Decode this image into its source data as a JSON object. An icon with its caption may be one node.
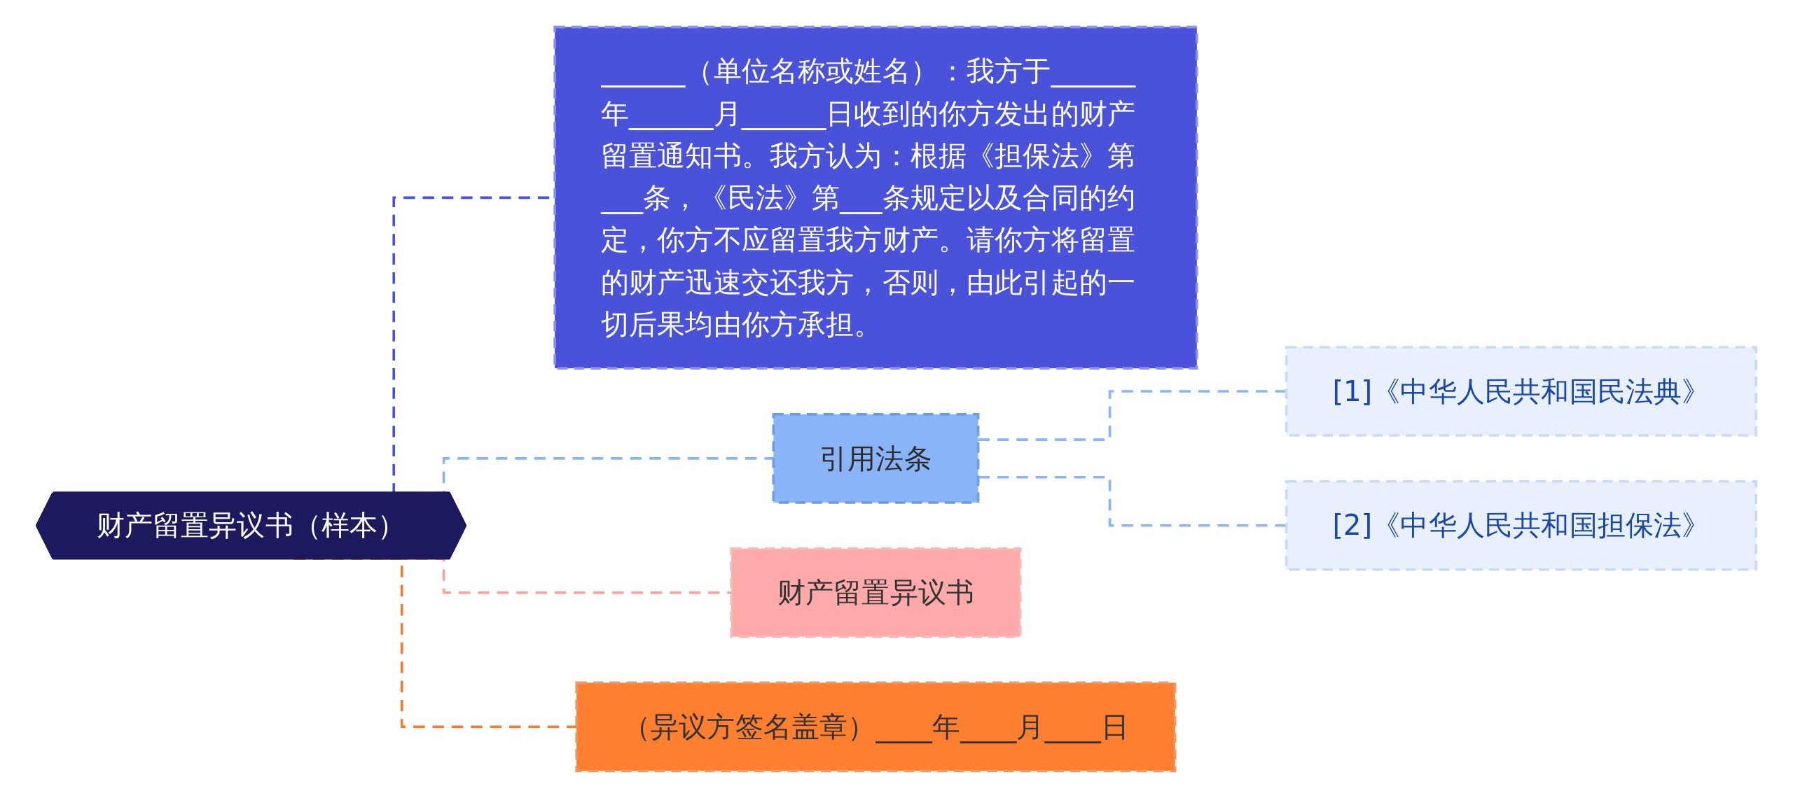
{
  "diagram": {
    "nodes": [
      {
        "text": [
          "财产留置异议书（样本）"
        ]
      },
      {
        "text": [
          "______（单位名称或姓名）：我方于______年______月______日收到的你方发出的财产留置通知书。我方认为：根据《担保法》第___条，《民法》第___条规定以及合同的约定，你方不应留置我方财产。请你方将留置的财产迅速交还我方，否则，由此引起的一切后果均由你方承担。"
        ]
      },
      {
        "text": [
          "引用法条"
        ]
      },
      {
        "text": [
          "[1]《中华人民共和国民法典》"
        ]
      },
      {
        "text": [
          "[2]《中华人民共和国担保法》"
        ]
      },
      {
        "text": [
          "财产留置异议书"
        ]
      },
      {
        "text": [
          "（异议方签名盖章）____年____月____日"
        ]
      }
    ],
    "edges": [
      {
        "from": 0,
        "to": 1,
        "arrow": "none",
        "style": "dashed",
        "color": "#4a52d9"
      },
      {
        "from": 0,
        "to": 2,
        "arrow": "none",
        "style": "dashed"
      },
      {
        "from": 2,
        "to": 3,
        "arrow": "none",
        "style": "dashed"
      },
      {
        "from": 2,
        "to": 4,
        "arrow": "none",
        "style": "dashed"
      },
      {
        "from": 0,
        "to": 5,
        "arrow": "none",
        "style": "dashed",
        "color": "#f4a3a3"
      },
      {
        "from": 0,
        "to": 6,
        "arrow": "none",
        "style": "dashed",
        "color": "#f47a2e"
      }
    ]
  }
}
